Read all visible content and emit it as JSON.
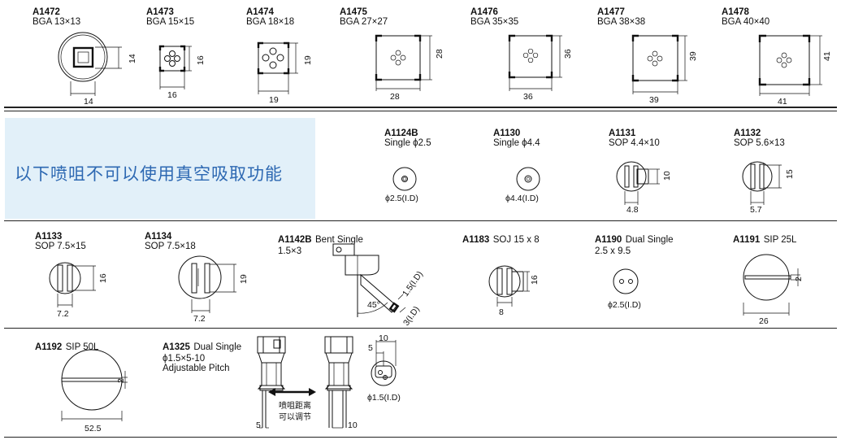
{
  "row1": [
    {
      "code": "A1472",
      "desc": "BGA 13×13",
      "w": "14",
      "h": "14"
    },
    {
      "code": "A1473",
      "desc": "BGA 15×15",
      "w": "16",
      "h": "16"
    },
    {
      "code": "A1474",
      "desc": "BGA 18×18",
      "w": "19",
      "h": "19"
    },
    {
      "code": "A1475",
      "desc": "BGA 27×27",
      "w": "28",
      "h": "28"
    },
    {
      "code": "A1476",
      "desc": "BGA 35×35",
      "w": "36",
      "h": "36"
    },
    {
      "code": "A1477",
      "desc": "BGA 38×38",
      "w": "39",
      "h": "39"
    },
    {
      "code": "A1478",
      "desc": "BGA 40×40",
      "w": "41",
      "h": "41"
    }
  ],
  "banner": {
    "text": "以下喷咀不可以使用真空吸取功能"
  },
  "row2": [
    {
      "code": "A1124B",
      "desc": "Single ϕ2.5",
      "dim": "ϕ2.5(I.D)"
    },
    {
      "code": "A1130",
      "desc": "Single ϕ4.4",
      "dim": "ϕ4.4(I.D)"
    },
    {
      "code": "A1131",
      "desc": "SOP 4.4×10",
      "w": "4.8",
      "h": "10"
    },
    {
      "code": "A1132",
      "desc": "SOP 5.6×13",
      "w": "5.7",
      "h": "15"
    }
  ],
  "row3": [
    {
      "code": "A1133",
      "desc": "SOP 7.5×15",
      "w": "7.2",
      "h": "16"
    },
    {
      "code": "A1134",
      "desc": "SOP 7.5×18",
      "w": "7.2",
      "h": "19"
    },
    {
      "code": "A1142B",
      "desc_inline": "Bent Single",
      "desc": "1.5×3",
      "d1": "1.5(I.D)",
      "d2": "3(I.D)",
      "angle": "45°"
    },
    {
      "code": "A1183",
      "desc_inline": "SOJ 15 x 8",
      "w": "8",
      "h": "16"
    },
    {
      "code": "A1190",
      "desc_inline": "Dual Single",
      "desc": "2.5 x 9.5",
      "dim": "ϕ2.5(I.D)"
    },
    {
      "code": "A1191",
      "desc_inline": "SIP 25L",
      "w": "26",
      "h": "2"
    }
  ],
  "row4": [
    {
      "code": "A1192",
      "desc_inline": "SIP 50L",
      "w": "52.5",
      "h": "2"
    },
    {
      "code": "A1325",
      "desc_inline": "Dual Single",
      "desc1": "ϕ1.5×5-10",
      "desc2": "Adjustable Pitch",
      "caption1": "喷咀距离",
      "caption2": "可以调节",
      "dim5": "5",
      "dim10": "10",
      "top10": "10",
      "top5": "5",
      "dim": "ϕ1.5(I.D)"
    }
  ]
}
